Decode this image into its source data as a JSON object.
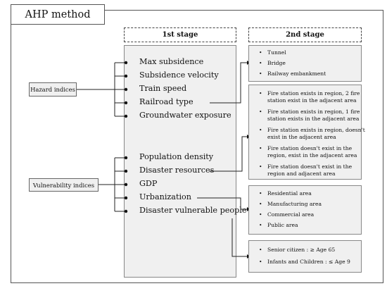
{
  "title": "AHP method",
  "stage1": {
    "header": "1st stage",
    "items": [
      "Max subsidence",
      "Subsidence velocity",
      "Train speed",
      "Railroad type",
      "Groundwater exposure",
      "Population density",
      "Disaster resources",
      "GDP",
      "Urbanization",
      "Disaster vulnerable people"
    ]
  },
  "stage2": {
    "header": "2nd stage",
    "railroad_type": [
      "Tunnel",
      "Bridge",
      "Railway embankment"
    ],
    "disaster_resources": [
      [
        "Fire station exists in region, 2 fire",
        "station exist in the adjacent area"
      ],
      [
        "Fire station exists in region, 1 fire",
        "station exists in the adjacent area"
      ],
      [
        "Fire station exists in region, doesn't",
        "exist in the adjacent area"
      ],
      [
        "Fire station doesn't exist in the",
        "region, exist in the adjacent area"
      ],
      [
        "Fire station doesn't exist in the",
        "region and adjacent area"
      ]
    ],
    "urbanization": [
      "Residential area",
      "Manufacturing area",
      "Commercial area",
      "Public area"
    ],
    "vulnerable_people": [
      "Senior citizen : ≥ Age 65",
      "Infants and Children : ≤ Age 9"
    ]
  },
  "hazard_label": "Hazard indices",
  "vulnerability_label": "Vulnerability indices",
  "bullet_symbol": "•"
}
